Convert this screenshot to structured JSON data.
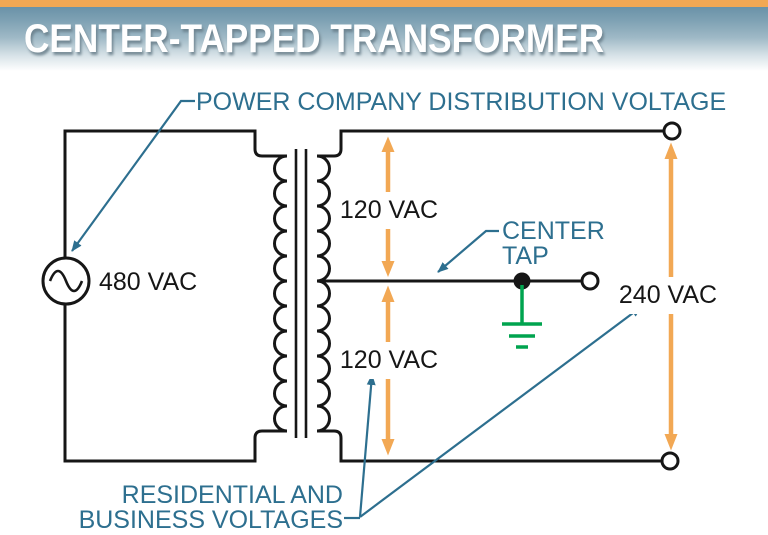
{
  "title": "CENTER-TAPPED TRANSFORMER",
  "labels": {
    "power_company": "POWER COMPANY DISTRIBUTION VOLTAGE",
    "source_voltage": "480 VAC",
    "upper_secondary": "120 VAC",
    "lower_secondary": "120 VAC",
    "full_secondary": "240 VAC",
    "center_tap": [
      "CENTER",
      "TAP"
    ],
    "residential": [
      "RESIDENTIAL AND",
      "BUSINESS VOLTAGES"
    ]
  },
  "colors": {
    "accent_orange": "#F2A854",
    "label_teal": "#2D6F8F",
    "ground_green": "#00A44F",
    "wire_black": "#161616"
  }
}
